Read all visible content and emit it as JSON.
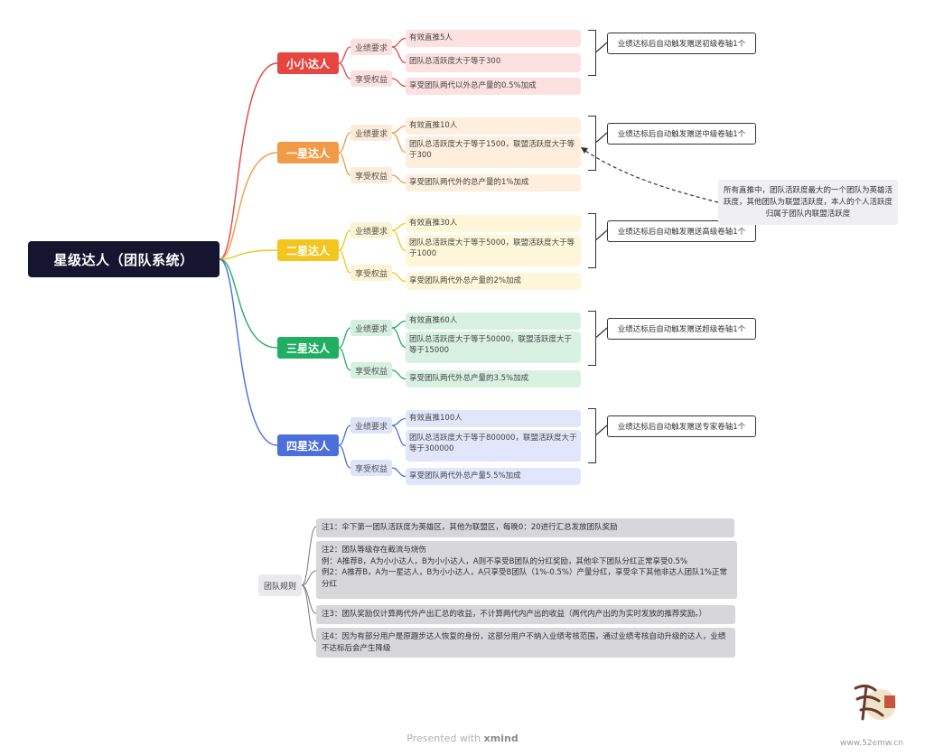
{
  "root": {
    "title": "星级达人（团队系统）"
  },
  "levels": [
    {
      "name": "小小达人",
      "color": "#e6463f",
      "light": "#fde0e0",
      "subColor": "#fbe0de",
      "req_label": "业绩要求",
      "requirements": [
        "有效直推5人",
        "团队总活跃度大于等于300"
      ],
      "benefit_label": "享受权益",
      "benefit": "享受团队两代以外总产量的0.5%加成",
      "reward": "业绩达标后自动触发赠送初级卷轴1个"
    },
    {
      "name": "一星达人",
      "color": "#f29b47",
      "light": "#fdeede",
      "subColor": "#fcebd9",
      "req_label": "业绩要求",
      "requirements": [
        "有效直推10人",
        "团队总活跃度大于等于1500，联盟活跃度大于等于300"
      ],
      "benefit_label": "享受权益",
      "benefit": "享受团队两代外的总产量的1%加成",
      "reward": "业绩达标后自动触发赠送中级卷轴1个"
    },
    {
      "name": "二星达人",
      "color": "#f2c61f",
      "light": "#fdf6d8",
      "subColor": "#fcf3d2",
      "req_label": "业绩要求",
      "requirements": [
        "有效直推30人",
        "团队总活跃度大于等于5000，联盟活跃度大于等于1000"
      ],
      "benefit_label": "享受权益",
      "benefit": "享受团队两代外总产量的2%加成",
      "reward": "业绩达标后自动触发赠送高级卷轴1个"
    },
    {
      "name": "三星达人",
      "color": "#1fae62",
      "light": "#d9f1e3",
      "subColor": "#d5efe0",
      "req_label": "业绩要求",
      "requirements": [
        "有效直推60人",
        "团队总活跃度大于等于50000，联盟活跃度大于等于15000"
      ],
      "benefit_label": "享受权益",
      "benefit": "享受团队两代外总产量的3.5%加成",
      "reward": "业绩达标后自动触发赠送超级卷轴1个"
    },
    {
      "name": "四星达人",
      "color": "#4b6fdc",
      "light": "#e1e6fb",
      "subColor": "#dde3f8",
      "req_label": "业绩要求",
      "requirements": [
        "有效直推100人",
        "团队总活跃度大于等于800000，联盟活跃度大于等于300000"
      ],
      "benefit_label": "享受权益",
      "benefit": "享受团队两代外总产量5.5%加成",
      "reward": "业绩达标后自动触发赠送专家卷轴1个"
    }
  ],
  "side_note": "所有直推中，团队活跃度最大的一个团队为英雄活跃度，其他团队为联盟活跃度，本人的个人活跃度归属于团队内联盟活跃度",
  "rules": {
    "label": "团队规则",
    "notes": [
      "注1：伞下第一团队活跃度为英雄区，其他为联盟区，每晚0：20进行汇总发放团队奖励",
      "注2：团队等级存在截流与烧伤\n例：A推荐B，A为小小达人，B为小小达人，A则不享受B团队的分红奖励，其他伞下团队分红正常享受0.5%\n例2：A推荐B，A为一星达人，B为小小达人，A只享受B团队（1%-0.5%）产量分红，享受伞下其他非达人团队1%正常分红",
      "注3：团队奖励仅计算两代外产出汇总的收益，不计算两代内产出的收益（两代内产出的为实时发放的推荐奖励。）",
      "注4：因为有部分用户是原趣步达人恢复的身份，这部分用户不纳入业绩考核范围，通过业绩考核自动升级的达人，业绩不达标后会产生降级"
    ]
  },
  "footer": {
    "prefix": "Presented with",
    "brand": "xmind"
  },
  "watermark": {
    "url": "www.52emw.cn"
  }
}
